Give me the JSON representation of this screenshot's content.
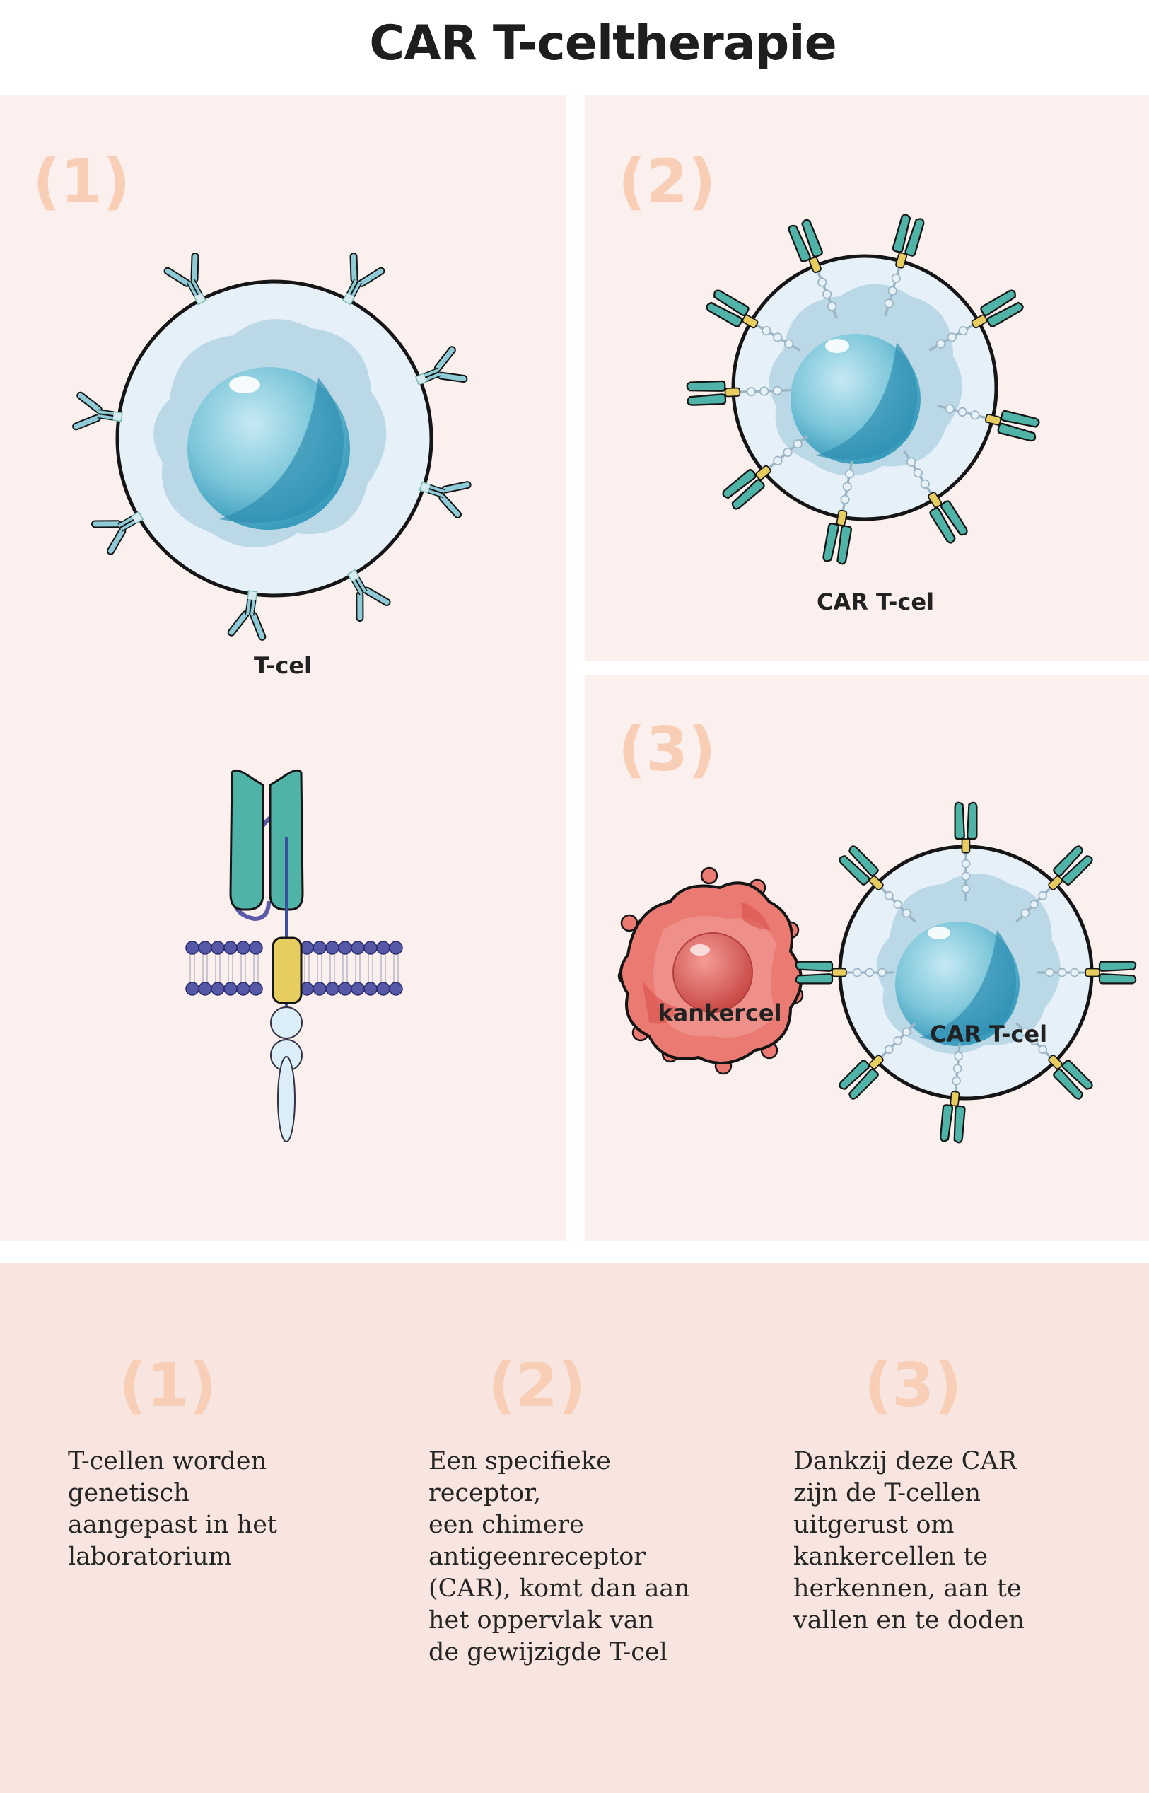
{
  "title": "CAR T-celtherapie",
  "panels": {
    "p1": {
      "number": "(1)",
      "cell_label": "T-cel"
    },
    "p2": {
      "number": "(2)",
      "cell_label": "CAR T-cel"
    },
    "p3": {
      "number": "(3)",
      "cancer_label": "kankercel",
      "cell_label": "CAR T-cel"
    }
  },
  "steps": [
    {
      "number": "(1)",
      "text": "T-cellen worden\ngenetisch\naangepast in het\nlaboratorium"
    },
    {
      "number": "(2)",
      "text": "Een specifieke\nreceptor,\neen chimere\nantigeenreceptor\n(CAR), komt dan aan\nhet oppervlak van\nde gewijzigde T-cel"
    },
    {
      "number": "(3)",
      "text": "Dankzij deze CAR\nzijn de T-cellen\nuitgerust om\nkankercellen te\nherkennen, aan te\nvallen en te doden"
    }
  ],
  "colors": {
    "panel_bg": "#fcf0ee",
    "bottom_bg": "#f8e5e0",
    "number": "#f8cfb6",
    "cell_outer": "#e4eff8",
    "cell_mid": "#b9d9e6",
    "nucleus": "#7dc4da",
    "car_receptor": "#4fb3a7",
    "cancer_cell": "#e9726b"
  }
}
